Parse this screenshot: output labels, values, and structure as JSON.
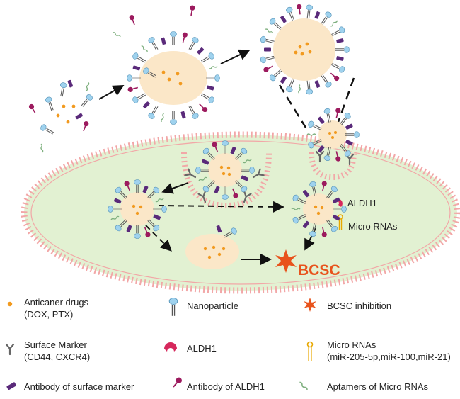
{
  "cell_labels": {
    "aldh1": "ALDH1",
    "micro_rnas": "Micro RNAs",
    "bcsc": "BCSC"
  },
  "legend": {
    "anticancer_drugs": {
      "line1": "Anticaner drugs",
      "line2": "(DOX, PTX)"
    },
    "nanoparticle": {
      "line1": "Nanoparticle"
    },
    "bcsc_inhibition": {
      "line1": "BCSC inhibition"
    },
    "surface_marker": {
      "line1": "Surface Marker",
      "line2": "(CD44, CXCR4)"
    },
    "aldh1": {
      "line1": "ALDH1"
    },
    "micro_rnas": {
      "line1": "Micro RNAs",
      "line2": "(miR-205-5p,miR-100,miR-21)"
    },
    "antibody_surface_marker": {
      "line1": "Antibody of surface marker"
    },
    "antibody_aldh1": {
      "line1": "Antibody of ALDH1"
    },
    "aptamers": {
      "line1": "Aptamers of Micro RNAs"
    }
  },
  "colors": {
    "cell_fill": "#e2f1d2",
    "membrane": "#f2a7a7",
    "nanoparticle_head": "#9fd2ee",
    "drug": "#f29a1f",
    "antibody_surface": "#5a2a7a",
    "antibody_aldh1": "#9c1a5e",
    "surface_marker": "#666666",
    "bcsc": "#e8531c",
    "aptamer": "#7fb07f",
    "micro_rna": "#e8a800"
  }
}
